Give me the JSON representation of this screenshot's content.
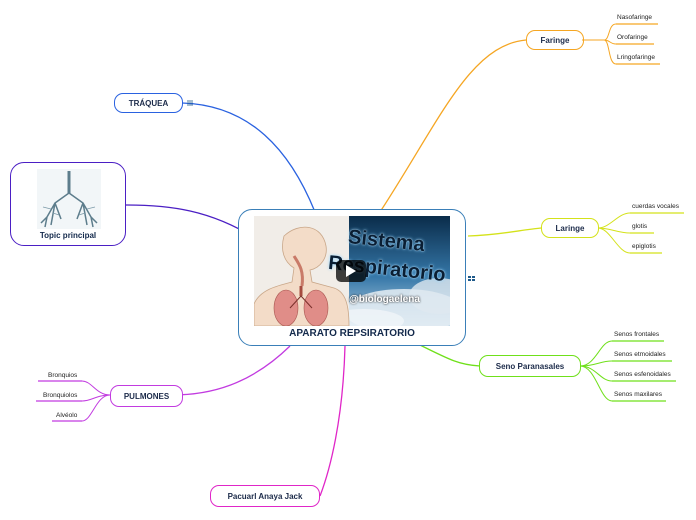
{
  "center": {
    "title": "APARATO REPSIRATORIO",
    "video_line1": "Sistema",
    "video_line2": "Respiratorio",
    "video_handle": "@biologaelena"
  },
  "topic": {
    "label": "Topic principal"
  },
  "traquea": {
    "label": "TRÁQUEA"
  },
  "faringe": {
    "label": "Faringe",
    "children": [
      "Nasofaringe",
      "Orofaringe",
      "Lringofaringe"
    ]
  },
  "laringe": {
    "label": "Laringe",
    "children": [
      "cuerdas vocales",
      "glotis",
      "epiglotis"
    ]
  },
  "senos": {
    "label": "Seno Paranasales",
    "children": [
      "Senos frontales",
      "Senos etmoidales",
      "Senos esfenoidales",
      "Senos maxilares"
    ]
  },
  "pulmones": {
    "label": "PULMONES",
    "children": [
      "Bronquios",
      "Bronquiolos",
      "Alvéolo"
    ]
  },
  "pacuarl": {
    "label": "Pacuarl Anaya Jack"
  },
  "colors": {
    "faringe": "#f5a623",
    "laringe": "#d4e21a",
    "senos": "#6fe01a",
    "pulmones": "#c23be0",
    "pacuarl": "#e026c8",
    "traquea": "#2a62e0",
    "topic": "#4b1fc4",
    "center": "#3a7fb8"
  },
  "icons": {
    "notes": "notes-icon",
    "grid": "grid-icon",
    "play": "play-icon"
  }
}
